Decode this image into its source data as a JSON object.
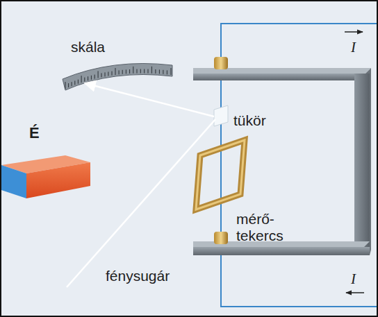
{
  "diagram": {
    "labels": [
      "skála",
      "tükör",
      "É",
      "mérő- tekercs",
      "fénysugár",
      "I",
      "I"
    ]
  }
}
